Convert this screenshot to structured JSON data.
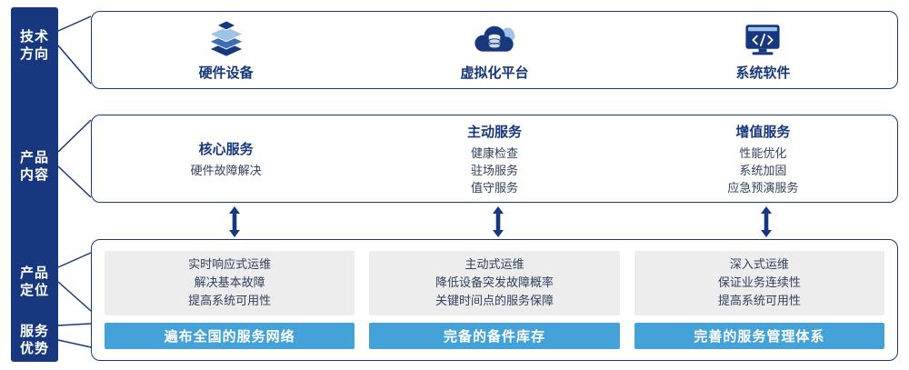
{
  "colors": {
    "navy": "#17377E",
    "sky_blue": "#45A2D8",
    "light_gray": "#EDEDEE"
  },
  "sidebar": {
    "items": [
      {
        "line1": "技术",
        "line2": "方向"
      },
      {
        "line1": "产品",
        "line2": "内容"
      },
      {
        "line1": "产品",
        "line2": "定位"
      },
      {
        "line1": "服务",
        "line2": "优势"
      }
    ]
  },
  "tech_row": {
    "items": [
      {
        "icon": "server-stack-icon",
        "label": "硬件设备"
      },
      {
        "icon": "cloud-platform-icon",
        "label": "虚拟化平台"
      },
      {
        "icon": "system-software-icon",
        "label": "系统软件"
      }
    ]
  },
  "content_row": {
    "columns": [
      {
        "title": "核心服务",
        "items": [
          "硬件故障解决"
        ]
      },
      {
        "title": "主动服务",
        "items": [
          "健康检查",
          "驻场服务",
          "值守服务"
        ]
      },
      {
        "title": "增值服务",
        "items": [
          "性能优化",
          "系统加固",
          "应急预演服务"
        ]
      }
    ]
  },
  "positioning_row": {
    "columns": [
      {
        "lines": [
          "实时响应式运维",
          "解决基本故障",
          "提高系统可用性"
        ],
        "advantage": "遍布全国的服务网络"
      },
      {
        "lines": [
          "主动式运维",
          "降低设备突发故障概率",
          "关键时间点的服务保障"
        ],
        "advantage": "完备的备件库存"
      },
      {
        "lines": [
          "深入式运维",
          "保证业务连续性",
          "提高系统可用性"
        ],
        "advantage": "完善的服务管理体系"
      }
    ]
  }
}
